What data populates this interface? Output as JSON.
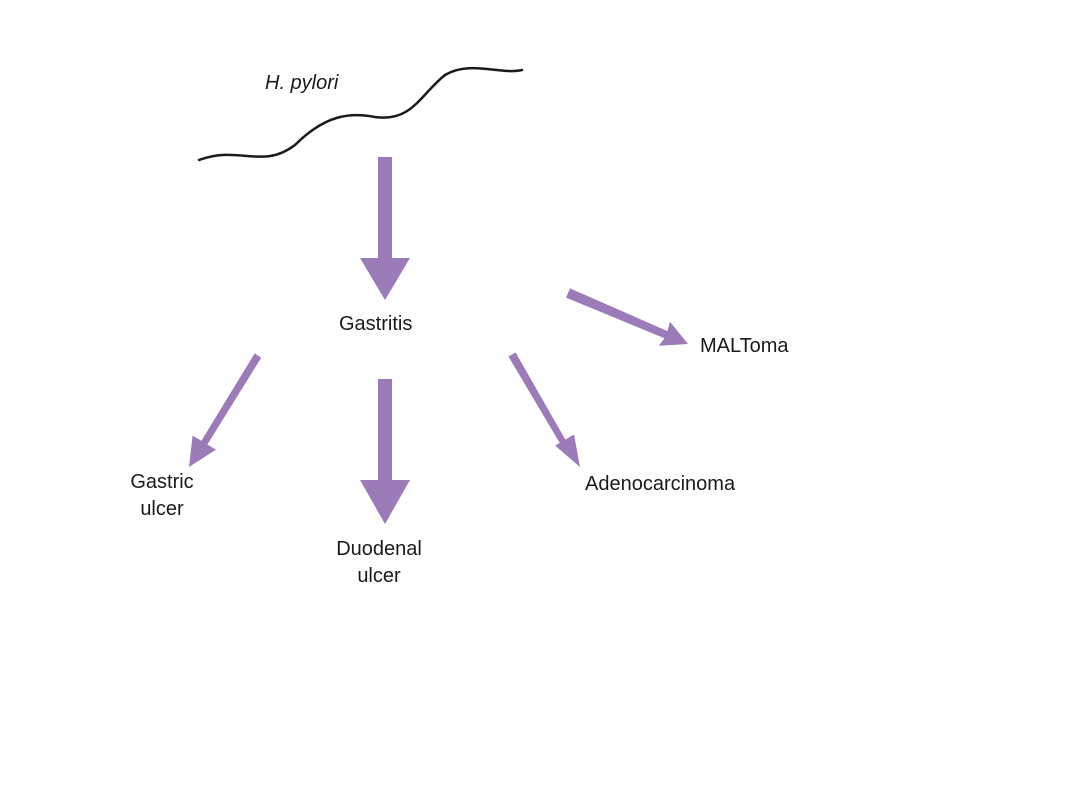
{
  "colors": {
    "arrow": "#9b7bb8",
    "squiggle": "#1a1a1a",
    "text": "#1a1a1a"
  },
  "nodes": {
    "pathogen": "H. pylori",
    "gastritis": "Gastritis",
    "maltoma": "MALToma",
    "gastric_ulcer": [
      "Gastric",
      "ulcer"
    ],
    "duodenal_ulcer": [
      "Duodenal",
      "ulcer"
    ],
    "adenocarcinoma": "Adenocarcinoma"
  },
  "edges": [
    {
      "from": "pathogen",
      "to": "gastritis"
    },
    {
      "from": "gastritis",
      "to": "maltoma"
    },
    {
      "from": "gastritis",
      "to": "gastric_ulcer"
    },
    {
      "from": "gastritis",
      "to": "duodenal_ulcer"
    },
    {
      "from": "gastritis",
      "to": "adenocarcinoma"
    }
  ]
}
